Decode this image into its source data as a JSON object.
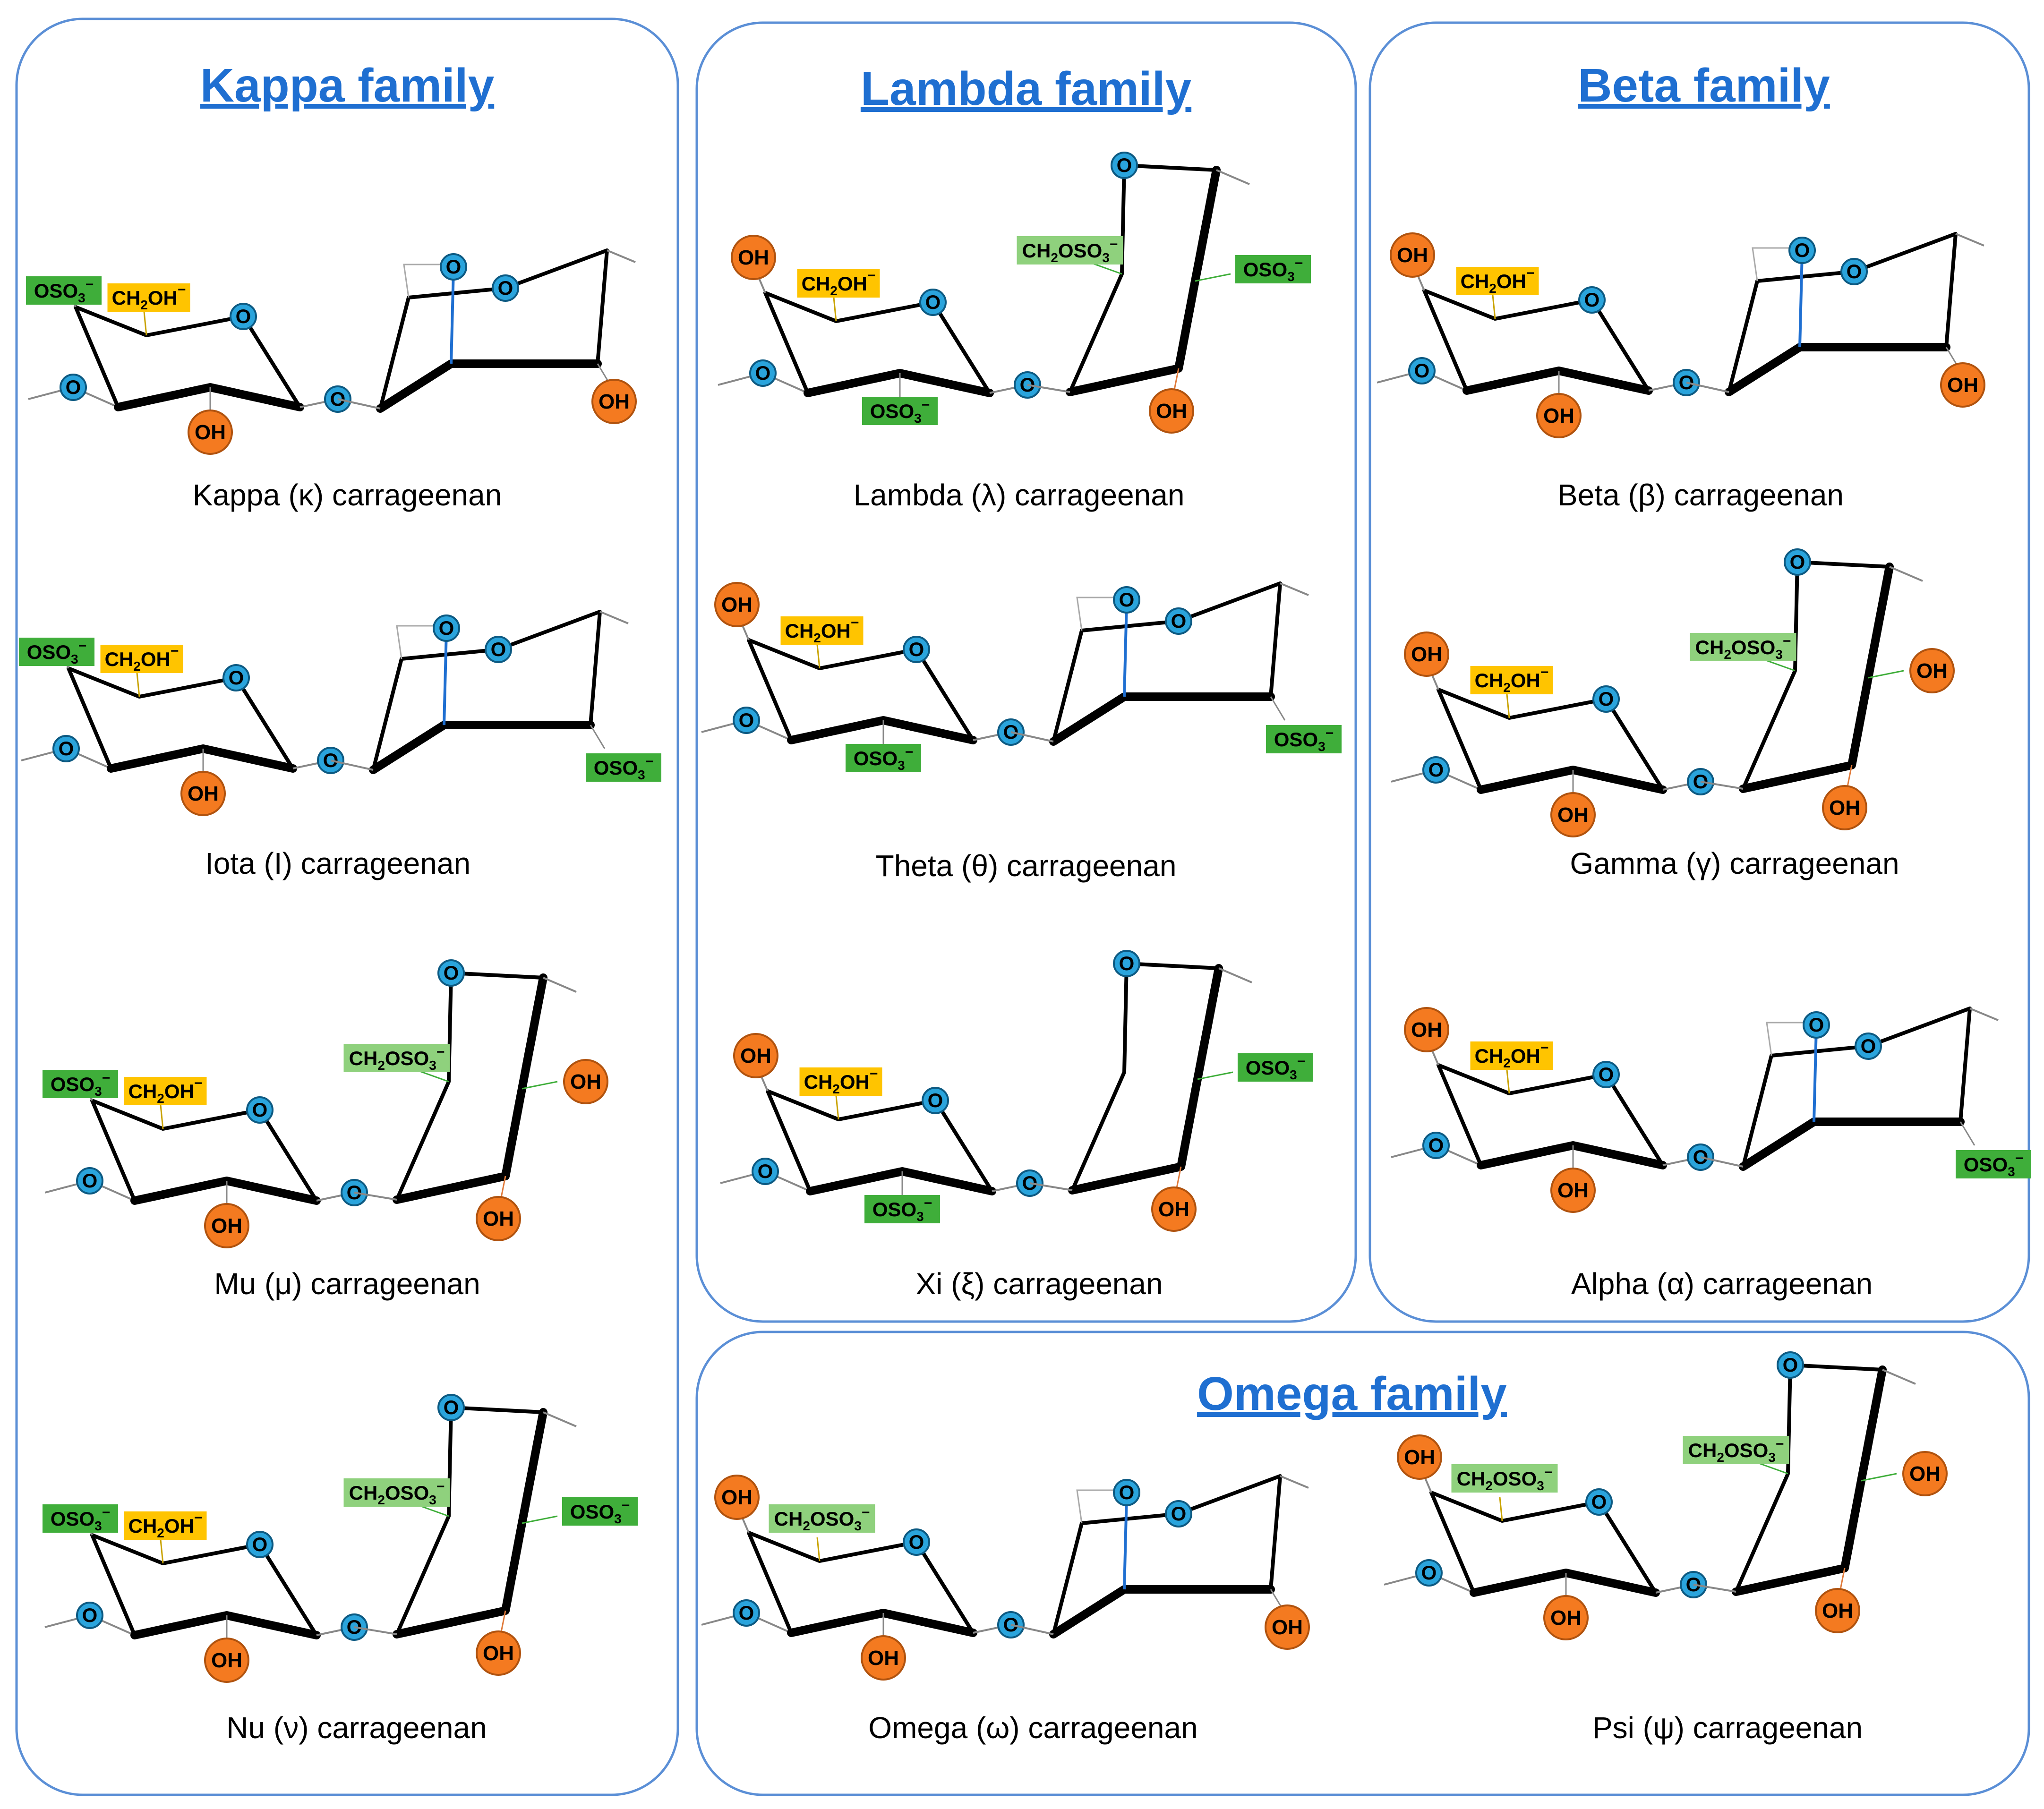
{
  "families": [
    {
      "key": "kappa",
      "title": "Kappa family"
    },
    {
      "key": "lambda",
      "title": "Lambda family"
    },
    {
      "key": "beta",
      "title": "Beta family"
    },
    {
      "key": "omega",
      "title": "Omega family"
    }
  ],
  "structures": [
    {
      "key": "kappa",
      "family": "kappa",
      "caption": "Kappa (κ) carrageenan",
      "b": "A",
      "r1": "OSO3",
      "r6": "CH2OH",
      "r2": "OH",
      "r4b": "",
      "r2b": "OH"
    },
    {
      "key": "iota",
      "family": "kappa",
      "caption": "Iota (I) carrageenan",
      "b": "A",
      "r1": "OSO3",
      "r6": "CH2OH",
      "r2": "OH",
      "r4b": "",
      "r2b": "OSO3"
    },
    {
      "key": "mu",
      "family": "kappa",
      "caption": "Mu (μ) carrageenan",
      "b": "G",
      "r1": "OSO3",
      "r6": "CH2OH",
      "r2": "OH",
      "r4b": "CH2OSO3",
      "r3b": "OH",
      "r2b": "OH"
    },
    {
      "key": "nu",
      "family": "kappa",
      "caption": "Nu (ν) carrageenan",
      "b": "G",
      "r1": "OSO3",
      "r6": "CH2OH",
      "r2": "OH",
      "r4b": "CH2OSO3",
      "r3b": "OSO3",
      "r2b": "OH"
    },
    {
      "key": "lambda",
      "family": "lambda",
      "caption": "Lambda (λ) carrageenan",
      "b": "G",
      "r1": "OH",
      "r6": "CH2OH",
      "r2": "OSO3",
      "r4b": "CH2OSO3",
      "r3b": "OSO3",
      "r2b": "OH"
    },
    {
      "key": "theta",
      "family": "lambda",
      "caption": "Theta (θ) carrageenan",
      "b": "A",
      "r1": "OH",
      "r6": "CH2OH",
      "r2": "OSO3",
      "r4b": "",
      "r2b": "OSO3"
    },
    {
      "key": "xi",
      "family": "lambda",
      "caption": "Xi (ξ) carrageenan",
      "b": "G",
      "r1": "OH",
      "r6": "CH2OH",
      "r2": "OSO3",
      "r4b": "",
      "r3b": "OSO3",
      "r2b": "OH"
    },
    {
      "key": "beta",
      "family": "beta",
      "caption": "Beta (β) carrageenan",
      "b": "A",
      "r1": "OH",
      "r6": "CH2OH",
      "r2": "OH",
      "r4b": "",
      "r2b": "OH"
    },
    {
      "key": "gamma",
      "family": "beta",
      "caption": "Gamma (γ) carrageenan",
      "b": "G",
      "r1": "OH",
      "r6": "CH2OH",
      "r2": "OH",
      "r4b": "CH2OSO3",
      "r3b": "OH",
      "r2b": "OH"
    },
    {
      "key": "alpha",
      "family": "beta",
      "caption": "Alpha (α) carrageenan",
      "b": "A",
      "r1": "OH",
      "r6": "CH2OH",
      "r2": "OH",
      "r4b": "",
      "r2b": "OSO3"
    },
    {
      "key": "omega",
      "family": "omega",
      "caption": "Omega (ω) carrageenan",
      "b": "A",
      "r1": "OH",
      "r6": "CH2OSO3",
      "r2": "OH",
      "r4b": "",
      "r2b": "OH"
    },
    {
      "key": "psi",
      "family": "omega",
      "caption": "Psi (ψ) carrageenan",
      "b": "G",
      "r1": "OH",
      "r6": "CH2OSO3",
      "r2": "OH",
      "r4b": "CH2OSO3",
      "r3b": "OH",
      "r2b": "OH"
    }
  ],
  "atoms": {
    "ring_oxygen": "O",
    "hydroxyl": "OH"
  },
  "colors": {
    "family_title": "#1f6fd1",
    "panel_border": "#5b8fd6",
    "oxygen_fill": "#2aa4dc",
    "hydroxyl_fill": "#f47a20",
    "sulfate_fill": "#3fae3a",
    "sulfate_light_fill": "#8fd17d",
    "methyl_fill": "#ffc400"
  }
}
